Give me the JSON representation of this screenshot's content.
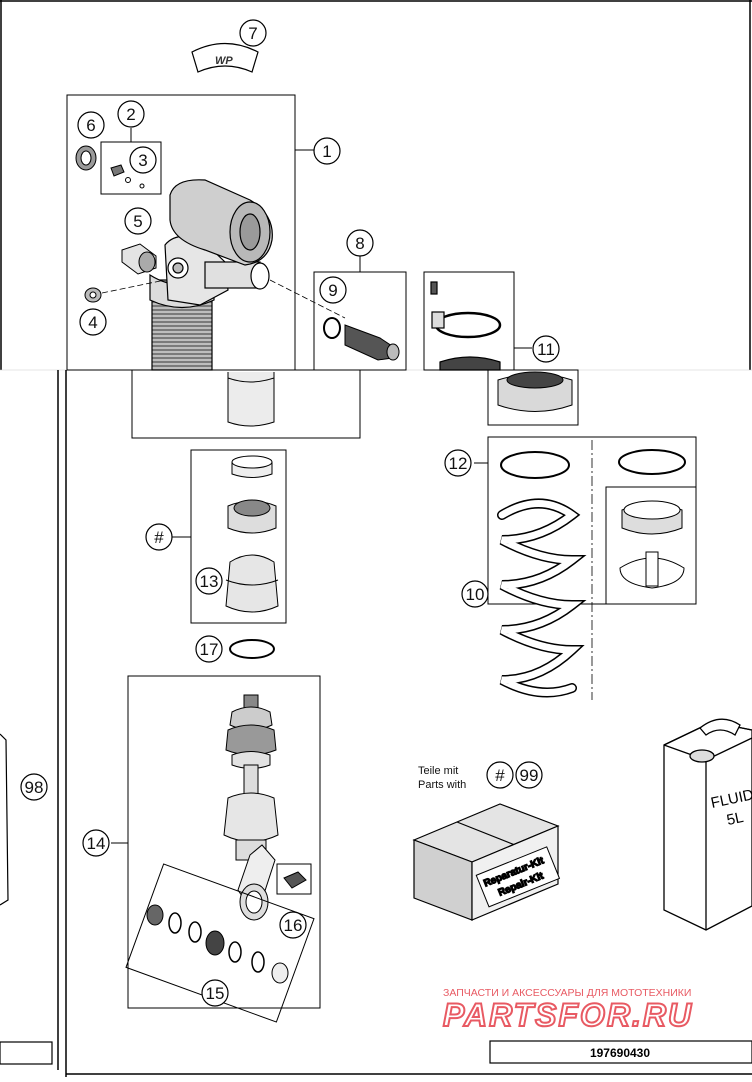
{
  "callouts": [
    "7",
    "1",
    "2",
    "3",
    "6",
    "5",
    "4",
    "8",
    "9",
    "11",
    "12",
    "10",
    "#",
    "13",
    "17",
    "14",
    "16",
    "15",
    "98",
    "99",
    "#"
  ],
  "parts_note": {
    "line1": "Teile mit",
    "line2": "Parts with"
  },
  "kit_box": {
    "line1": "Reparatur-Kit",
    "line2": "Repair-Kit"
  },
  "fluid_can": {
    "line1": "FLUID",
    "line2": "5L"
  },
  "sticker_logo": "WP",
  "watermark": {
    "tagline": "ЗАПЧАСТИ И АКСЕССУАРЫ ДЛЯ МОТОТЕХНИКИ",
    "brand": "PARTSFOR.RU",
    "color": "#e85a63"
  },
  "drawing_number": "197690430"
}
